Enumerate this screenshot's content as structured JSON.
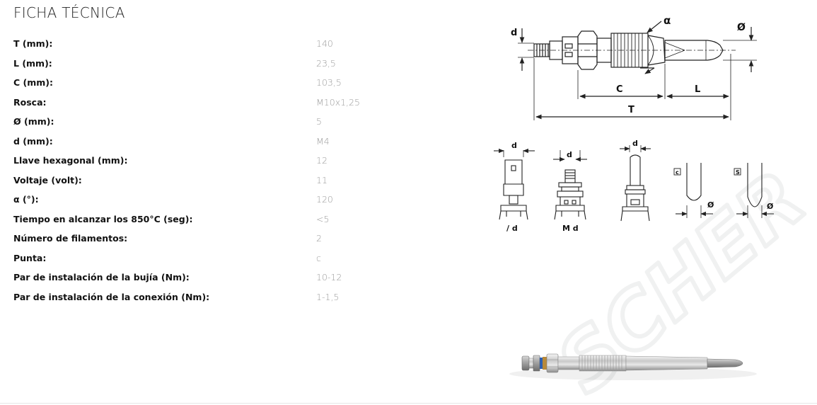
{
  "page": {
    "title": "FICHA TÉCNICA"
  },
  "specs": [
    {
      "label": "T (mm):",
      "value": "140"
    },
    {
      "label": "L (mm):",
      "value": "23,5"
    },
    {
      "label": "C (mm):",
      "value": "103,5"
    },
    {
      "label": "Rosca:",
      "value": "M10x1,25"
    },
    {
      "label": "Ø (mm):",
      "value": "5"
    },
    {
      "label": "d (mm):",
      "value": "M4"
    },
    {
      "label": "Llave hexagonal (mm):",
      "value": "12"
    },
    {
      "label": "Voltaje (volt):",
      "value": "11"
    },
    {
      "label": "α (°):",
      "value": "120"
    },
    {
      "label": "Tiempo en alcanzar los 850°C (seg):",
      "value": "<5"
    },
    {
      "label": "Número de filamentos:",
      "value": "2"
    },
    {
      "label": "Punta:",
      "value": "c"
    },
    {
      "label": "Par de instalación de la bujía (Nm):",
      "value": "10-12"
    },
    {
      "label": "Par de instalación de la conexión (Nm):",
      "value": "1-1,5"
    }
  ],
  "diagram": {
    "d": "d",
    "alpha": "α",
    "diameter": "Ø",
    "c": "C",
    "l": "L",
    "t": "T",
    "type1_caption": "/ d",
    "type2_caption": "M d",
    "tip_c": "c",
    "tip_s": "S",
    "watermark": "SCHER"
  }
}
